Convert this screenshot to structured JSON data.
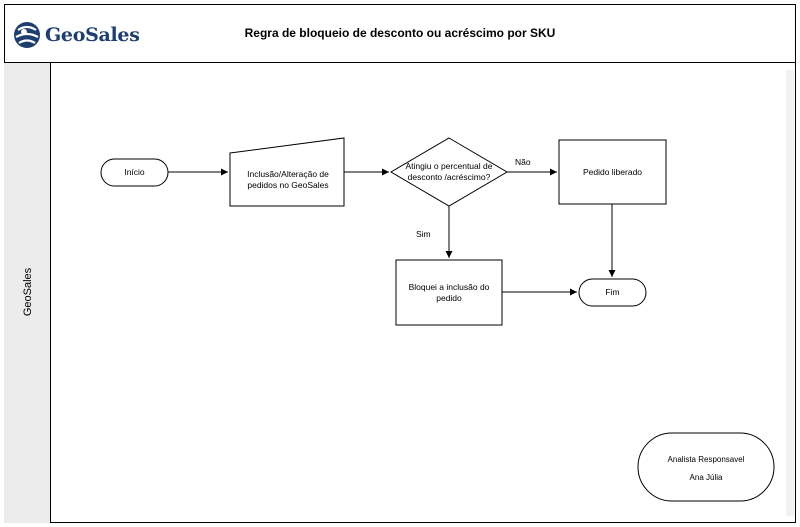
{
  "header": {
    "logo_text": "GeoSales",
    "title": "Regra de bloqueio de desconto ou acréscimo por SKU"
  },
  "lane": {
    "label": "GeoSales"
  },
  "nodes": {
    "start": "Início",
    "input": "Inclusão/Alteração de pedidos no GeoSales",
    "decision": "Atingiu o percentual de desconto /acréscimo?",
    "released": "Pedido liberado",
    "blocked": "Bloquei a inclusão do pedido",
    "end": "Fim"
  },
  "edges": {
    "no": "Não",
    "yes": "Sim"
  },
  "responsible": {
    "role": "Analista Responsavel",
    "name": "Ana Júlia"
  },
  "colors": {
    "logo": "#1d3f70",
    "lane_bg": "#ececec"
  }
}
